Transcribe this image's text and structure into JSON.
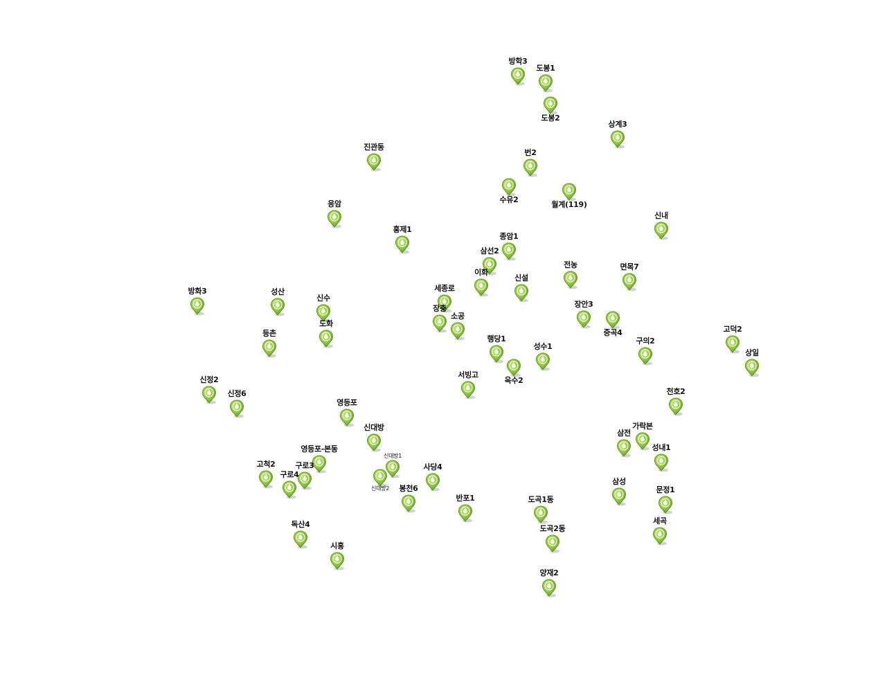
{
  "colors": {
    "pin_light": "#c6e66e",
    "pin_mid": "#8dc63f",
    "pin_dark": "#5e9a1c",
    "pin_drop": "#ffffff",
    "label": "#111111"
  },
  "icon": "water-drop-pin-icon",
  "stations": [
    {
      "name": "방학3"
    },
    {
      "name": "도봉1"
    },
    {
      "name": "도봉2"
    },
    {
      "name": "상계3"
    },
    {
      "name": "진관동"
    },
    {
      "name": "번2"
    },
    {
      "name": "수유2"
    },
    {
      "name": "월계(119)"
    },
    {
      "name": "응암"
    },
    {
      "name": "홍제1"
    },
    {
      "name": "신내"
    },
    {
      "name": "종암1"
    },
    {
      "name": "삼선2"
    },
    {
      "name": "전농"
    },
    {
      "name": "면목7"
    },
    {
      "name": "이화"
    },
    {
      "name": "신설"
    },
    {
      "name": "세종로"
    },
    {
      "name": "방화3"
    },
    {
      "name": "성산"
    },
    {
      "name": "신수"
    },
    {
      "name": "장안3"
    },
    {
      "name": "장충"
    },
    {
      "name": "소공"
    },
    {
      "name": "중곡4"
    },
    {
      "name": "도화"
    },
    {
      "name": "등촌"
    },
    {
      "name": "고덕2"
    },
    {
      "name": "구의2"
    },
    {
      "name": "행당1"
    },
    {
      "name": "성수1"
    },
    {
      "name": "상일"
    },
    {
      "name": "옥수2"
    },
    {
      "name": "서빙고"
    },
    {
      "name": "신정2"
    },
    {
      "name": "신정6"
    },
    {
      "name": "천호2"
    },
    {
      "name": "영등포"
    },
    {
      "name": "신대방"
    },
    {
      "name": "가락본"
    },
    {
      "name": "삼전"
    },
    {
      "name": "성내1"
    },
    {
      "name": "영등포-본동"
    },
    {
      "name": "고척2"
    },
    {
      "name": "구로3"
    },
    {
      "name": "신대방1"
    },
    {
      "name": "사당4"
    },
    {
      "name": "구로4"
    },
    {
      "name": "신대방2"
    },
    {
      "name": "삼성"
    },
    {
      "name": "문정1"
    },
    {
      "name": "봉천6"
    },
    {
      "name": "반포1"
    },
    {
      "name": "도곡1동"
    },
    {
      "name": "세곡"
    },
    {
      "name": "도곡2동"
    },
    {
      "name": "독산4"
    },
    {
      "name": "시흥"
    },
    {
      "name": "양재2"
    }
  ]
}
